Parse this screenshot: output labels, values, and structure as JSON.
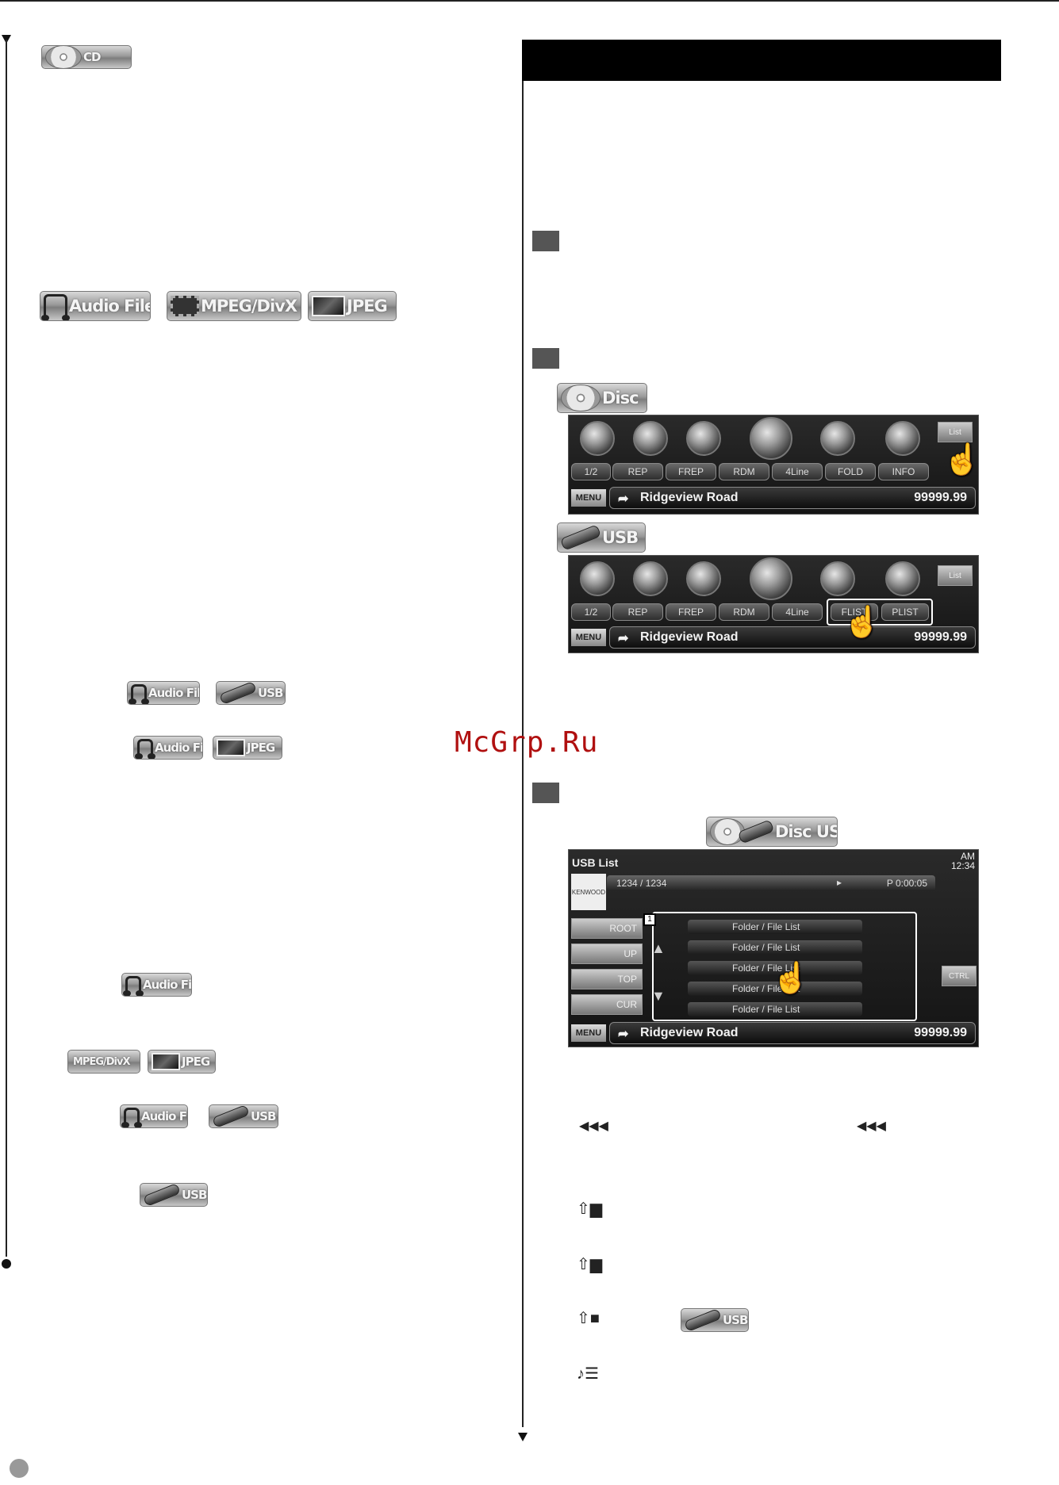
{
  "watermark": "McGrp.Ru",
  "left_column": {
    "badge_cd": "CD",
    "badges_row1": [
      "Audio File",
      "MPEG/DivX",
      "JPEG"
    ],
    "pair1": [
      "Audio File",
      "USB"
    ],
    "pair2": [
      "Audio File",
      "JPEG"
    ],
    "single1": "Audio File",
    "pair3": [
      "MPEG/DivX",
      "JPEG"
    ],
    "pair4": [
      "Audio File",
      "USB"
    ],
    "single2": "USB"
  },
  "right_column": {
    "disc_label": "Disc",
    "usb_label": "USB",
    "disc_usb_label": "Disc USB",
    "usb_badge": "USB"
  },
  "screen_disc": {
    "buttons_row2": [
      "1/2",
      "REP",
      "FREP",
      "RDM",
      "4Line",
      "FOLD",
      "INFO"
    ],
    "side_button": "List",
    "menu": "MENU",
    "road": "Ridgeview Road",
    "distance": "99999.99"
  },
  "screen_usb": {
    "buttons_row2": [
      "1/2",
      "REP",
      "FREP",
      "RDM",
      "4Line",
      "FLIST",
      "PLIST"
    ],
    "side_button": "List",
    "menu": "MENU",
    "road": "Ridgeview Road",
    "distance": "99999.99"
  },
  "screen_list": {
    "title": "USB List",
    "clock": "AM 12:34",
    "track": "1234 / 1234",
    "time": "P 0:00:05",
    "logo": "KENWOOD",
    "callout": "1",
    "nav_buttons": [
      "ROOT",
      "UP",
      "TOP",
      "CUR"
    ],
    "rows": [
      "Folder / File List",
      "Folder / File List",
      "Folder / File List",
      "Folder / File List",
      "Folder / File List"
    ],
    "ctrl": "CTRL",
    "menu": "MENU",
    "road": "Ridgeview Road",
    "distance": "99999.99"
  },
  "icons": [
    "cd-icon",
    "note-icon",
    "film-icon",
    "jpeg-icon",
    "usb-icon",
    "hand-icon",
    "rewind-icon",
    "folder-up-icon",
    "device-up-icon",
    "playlist-icon"
  ]
}
